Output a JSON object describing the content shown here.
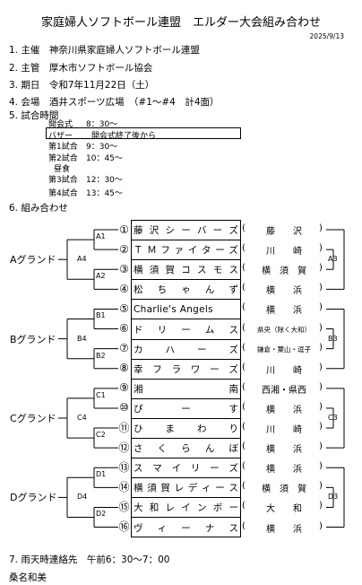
{
  "title": "家庭婦人ソフトボール連盟　エルダー大会組み合わせ",
  "date": "2025/9/13",
  "items": {
    "organizer": "1. 主催　神奈川県家庭婦人ソフトボール連盟",
    "supervisor": "2. 主管　厚木市ソフトボール協会",
    "period": "3. 期日　令和7年11月22日（土）",
    "venue": "4. 会場　酒井スポーツ広場　（#1～#4　計4面）",
    "times_header": "5. 試合時間"
  },
  "schedule": [
    {
      "label": "開会式",
      "time": "8：30～"
    },
    {
      "label": "バザー",
      "time": "開会式終了後から"
    },
    {
      "label": "第1試合",
      "time": "9：30～"
    },
    {
      "label": "第2試合",
      "time": "10：45～"
    },
    {
      "label": "昼食",
      "time": ""
    },
    {
      "label": "第3試合",
      "time": "12：30～"
    },
    {
      "label": "第4試合",
      "time": "13：45～"
    }
  ],
  "bracket_header": "6. 組み合わせ",
  "grounds": [
    "Aグランド",
    "Bグランド",
    "Cグランド",
    "Dグランド"
  ],
  "match_labels": {
    "first": [
      "A1",
      "A2",
      "B1",
      "B2",
      "C1",
      "C2",
      "D1",
      "D2"
    ],
    "final": [
      "A4",
      "B4",
      "C4",
      "D4"
    ],
    "right": [
      "A3",
      "B3",
      "C3",
      "D3"
    ]
  },
  "teams": [
    {
      "num": "①",
      "name": "藤沢シーバーズ",
      "region": "藤　　沢"
    },
    {
      "num": "②",
      "name": "ＴＭファイターズ",
      "region": "川　　崎"
    },
    {
      "num": "③",
      "name": "横須賀コスモス",
      "region": "横　須　賀"
    },
    {
      "num": "④",
      "name": "松ちゃんず",
      "region": "横　　浜"
    },
    {
      "num": "⑤",
      "name": "Charlie's Angels",
      "region": "横　　浜"
    },
    {
      "num": "⑥",
      "name": "ドリームス",
      "region": "県央（除く大和）"
    },
    {
      "num": "⑦",
      "name": "カハーズ",
      "region": "鎌倉・葉山・逗子"
    },
    {
      "num": "⑧",
      "name": "幸フラワーズ",
      "region": "川　　崎"
    },
    {
      "num": "⑨",
      "name": "湘南",
      "region": "西湘・県西"
    },
    {
      "num": "⑩",
      "name": "ぴーす",
      "region": "横　　浜"
    },
    {
      "num": "⑪",
      "name": "ひまわり",
      "region": "川　　崎"
    },
    {
      "num": "⑫",
      "name": "さくらんぼ",
      "region": "横　　浜"
    },
    {
      "num": "⑬",
      "name": "スマイリーズ",
      "region": "横　　浜"
    },
    {
      "num": "⑭",
      "name": "横須賀レディース",
      "region": "横　須　賀"
    },
    {
      "num": "⑮",
      "name": "大和レインボー",
      "region": "大　　和"
    },
    {
      "num": "⑯",
      "name": "ヴィーナス",
      "region": "横　　浜"
    }
  ],
  "rain_contact": "7. 雨天時連絡先　午前6：30～7：00",
  "contact_name": "桑名和美"
}
